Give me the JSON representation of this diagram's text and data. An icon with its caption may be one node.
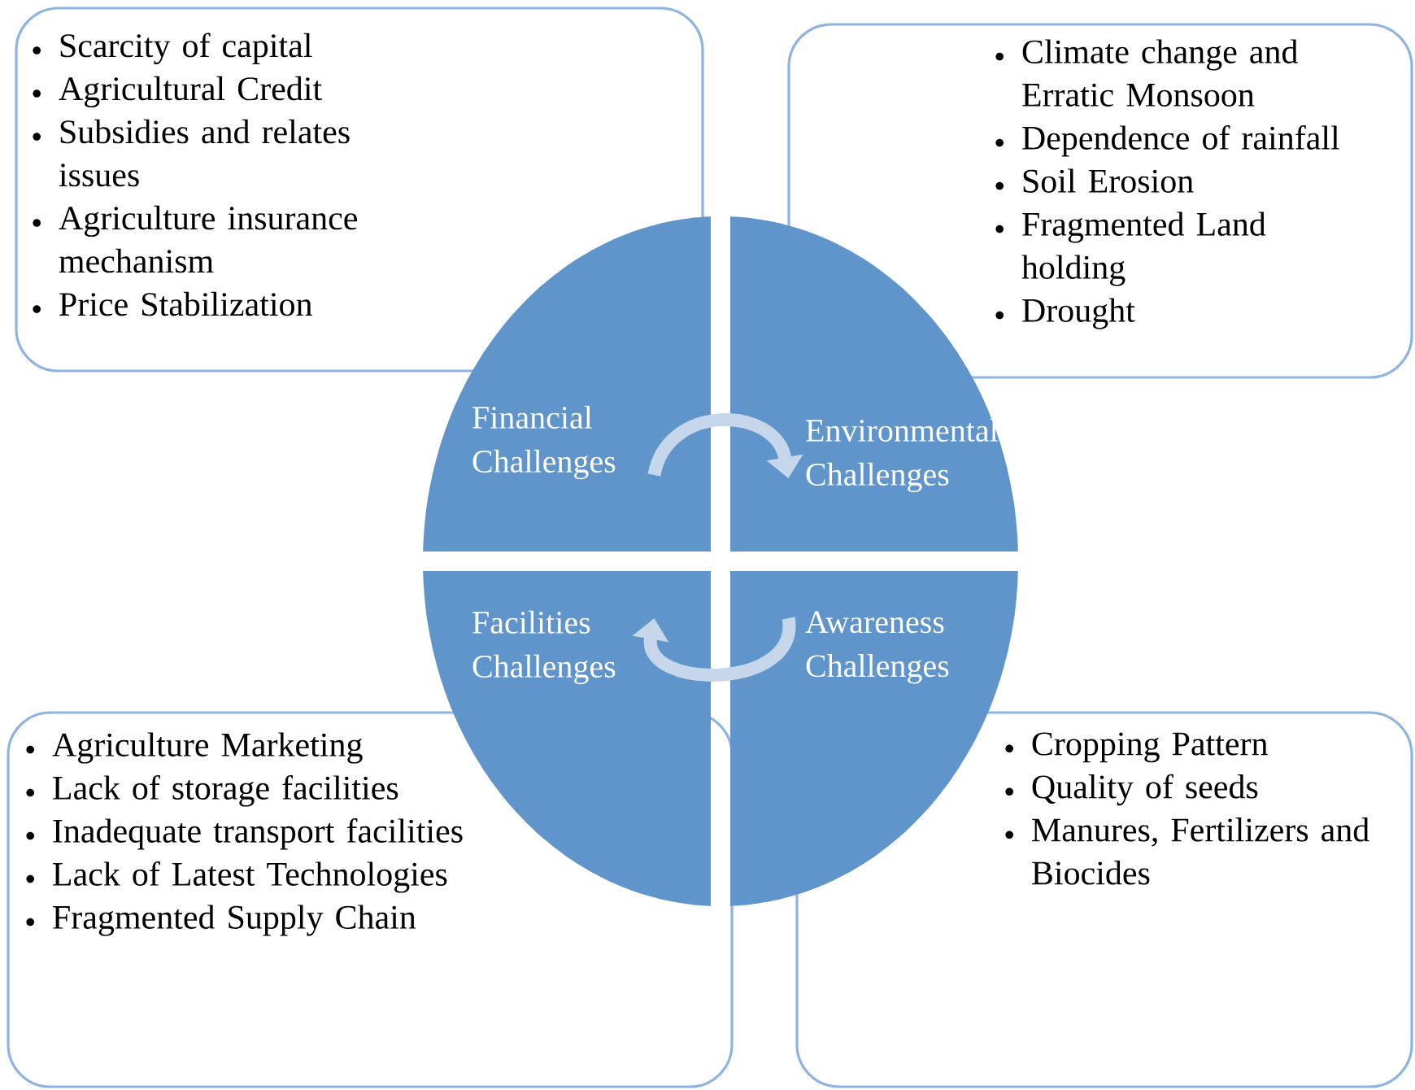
{
  "diagram": {
    "nodes": [
      {
        "text": [
          "Scarcity of capital",
          "Agricultural Credit",
          "Subsidies and relates issues",
          "Agriculture insurance mechanism",
          "Price Stabilization"
        ]
      },
      {
        "text": [
          "Climate change and Erratic Monsoon",
          "Dependence of rainfall",
          "Soil Erosion",
          "Fragmented Land holding",
          "Drought"
        ]
      },
      {
        "text": [
          "Agriculture Marketing",
          "Lack of storage facilities",
          "Inadequate transport facilities",
          "Lack of Latest Technologies",
          "Fragmented Supply Chain"
        ]
      },
      {
        "text": [
          "Cropping Pattern",
          "Quality of seeds",
          "Manures, Fertilizers and Biocides"
        ]
      },
      {
        "text": [
          "Financial Challenges"
        ]
      },
      {
        "text": [
          "Environmental Challenges"
        ]
      },
      {
        "text": [
          "Facilities Challenges"
        ]
      },
      {
        "text": [
          "Awareness Challenges"
        ]
      }
    ],
    "edges": [
      {
        "from": 4,
        "to": 5,
        "arrow": "to"
      },
      {
        "from": 7,
        "to": 6,
        "arrow": "to"
      }
    ]
  }
}
